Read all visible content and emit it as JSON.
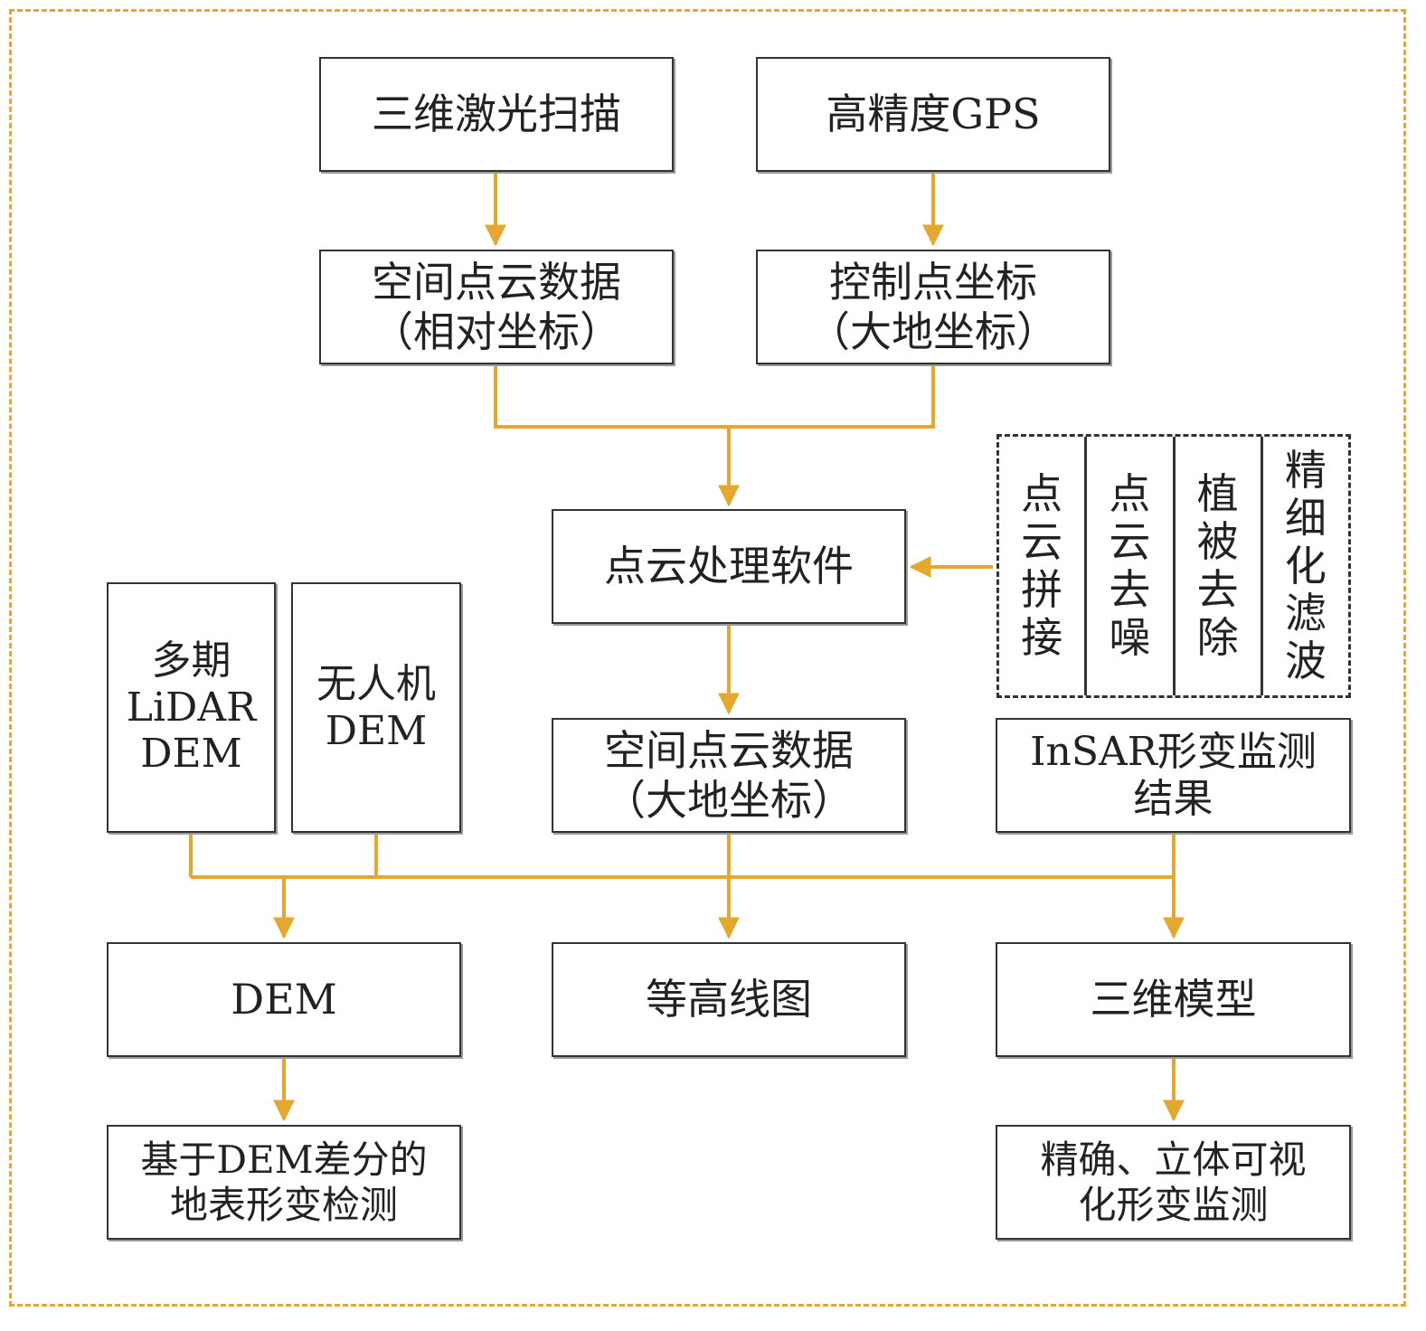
{
  "colors": {
    "connector": "#E5A82E",
    "box_border": "#333333",
    "frame": "#E5A82E"
  },
  "boxes": {
    "scan": {
      "lines": [
        "三维激光扫描"
      ]
    },
    "gps": {
      "lines": [
        "高精度GPS"
      ]
    },
    "pointcloud_rel": {
      "lines": [
        "空间点云数据",
        "（相对坐标）"
      ]
    },
    "control_points": {
      "lines": [
        "控制点坐标",
        "（大地坐标）"
      ]
    },
    "software": {
      "lines": [
        "点云处理软件"
      ]
    },
    "multi_lidar": {
      "lines": [
        "多期",
        "LiDAR",
        "DEM"
      ]
    },
    "uav_dem": {
      "lines": [
        "无人机",
        "DEM"
      ]
    },
    "pointcloud_geo": {
      "lines": [
        "空间点云数据",
        "（大地坐标）"
      ]
    },
    "insar": {
      "lines": [
        "InSAR形变监测",
        "结果"
      ]
    },
    "dem": {
      "lines": [
        "DEM"
      ]
    },
    "contour": {
      "lines": [
        "等高线图"
      ]
    },
    "model3d": {
      "lines": [
        "三维模型"
      ]
    },
    "dem_diff": {
      "lines": [
        "基于DEM差分的",
        "地表形变检测"
      ]
    },
    "visual_monitor": {
      "lines": [
        "精确、立体可视",
        "化形变监测"
      ]
    }
  },
  "processing_steps": [
    {
      "label": "点云拼接"
    },
    {
      "label": "点云去噪"
    },
    {
      "label": "植被去除"
    },
    {
      "label": "精细化滤波"
    }
  ]
}
